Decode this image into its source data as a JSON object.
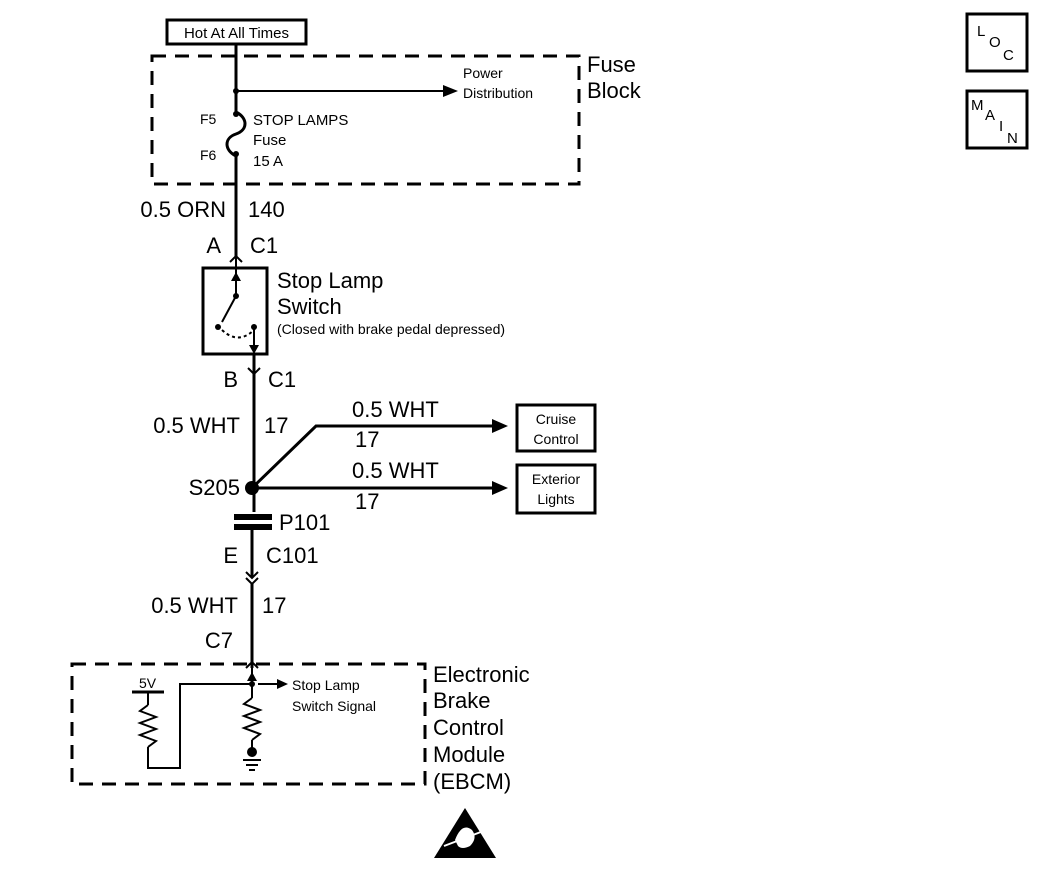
{
  "power_label": "Hot At All Times",
  "fuse_block": {
    "title_line1": "Fuse",
    "title_line2": "Block",
    "power_dist_line1": "Power",
    "power_dist_line2": "Distribution",
    "fuse_pin_top": "F5",
    "fuse_pin_bottom": "F6",
    "fuse_name_line1": "STOP LAMPS",
    "fuse_name_line2": "Fuse",
    "fuse_rating": "15 A"
  },
  "wire_top": {
    "gauge_color": "0.5 ORN",
    "circuit": "140"
  },
  "connector_a": {
    "pin": "A",
    "connector": "C1"
  },
  "stop_lamp_switch": {
    "name_line1": "Stop Lamp",
    "name_line2": "Switch",
    "note": "(Closed with brake pedal depressed)"
  },
  "connector_b": {
    "pin": "B",
    "connector": "C1"
  },
  "wire_mid": {
    "gauge_color": "0.5 WHT",
    "circuit": "17"
  },
  "splice": {
    "label": "S205"
  },
  "branch_cruise": {
    "gauge_color": "0.5 WHT",
    "circuit": "17",
    "dest_line1": "Cruise",
    "dest_line2": "Control"
  },
  "branch_exterior": {
    "gauge_color": "0.5 WHT",
    "circuit": "17",
    "dest_line1": "Exterior",
    "dest_line2": "Lights"
  },
  "pass_through": {
    "label": "P101"
  },
  "connector_e": {
    "pin": "E",
    "connector": "C101"
  },
  "wire_low": {
    "gauge_color": "0.5 WHT",
    "circuit": "17"
  },
  "connector_c7": {
    "connector": "C7"
  },
  "ebcm": {
    "name_line1": "Electronic",
    "name_line2": "Brake",
    "name_line3": "Control",
    "name_line4": "Module",
    "name_line5": "(EBCM)",
    "voltage": "5V",
    "signal_line1": "Stop Lamp",
    "signal_line2": "Switch Signal"
  },
  "nav": {
    "loc": {
      "l1": "L",
      "l2": "O",
      "l3": "C"
    },
    "main": {
      "l1": "M",
      "l2": "A",
      "l3": "I",
      "l4": "N"
    }
  }
}
